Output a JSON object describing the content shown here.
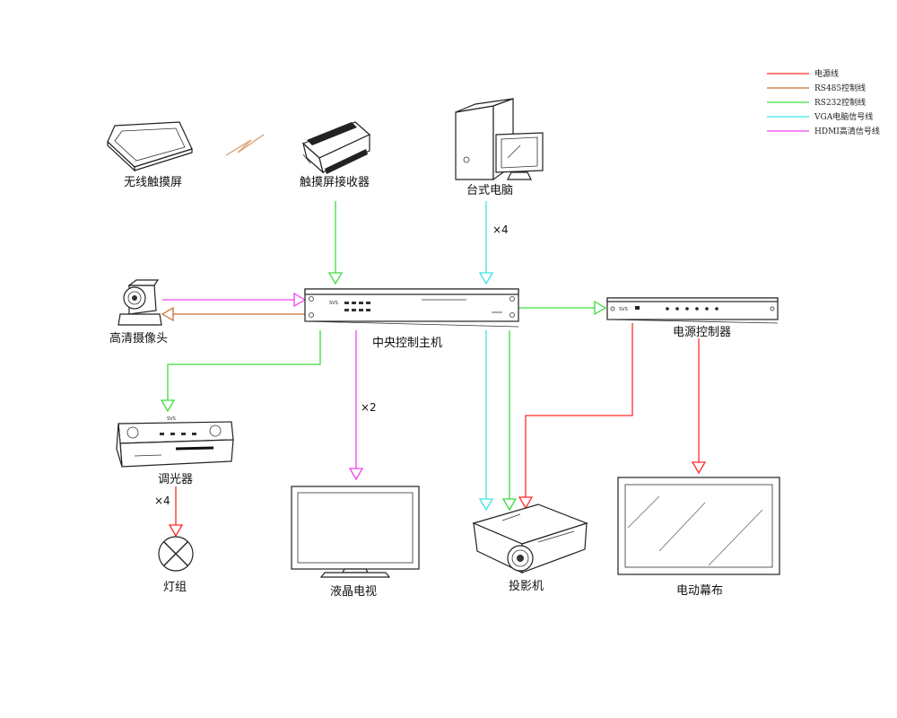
{
  "colors": {
    "power": "#ff2a2a",
    "rs485": "#c87033",
    "rs232": "#3ddc3d",
    "vga": "#3fe3e3",
    "hdmi": "#ee44ee"
  },
  "legend": [
    {
      "key": "power",
      "label": "电源线"
    },
    {
      "key": "rs485",
      "label": "RS485控制线"
    },
    {
      "key": "rs232",
      "label": "RS232控制线"
    },
    {
      "key": "vga",
      "label": "VGA电脑信号线"
    },
    {
      "key": "hdmi",
      "label": "HDMI高清信号线"
    }
  ],
  "devices": {
    "wireless_touch": "无线触摸屏",
    "touch_receiver": "触摸屏接收器",
    "desktop_pc": "台式电脑",
    "camera": "高清摄像头",
    "central_controller": "中央控制主机",
    "power_controller": "电源控制器",
    "dimmer": "调光器",
    "lights": "灯组",
    "lcd_tv": "液晶电视",
    "projector": "投影机",
    "screen": "电动幕布"
  },
  "multipliers": {
    "pc_to_controller": "×4",
    "controller_to_tv": "×2",
    "dimmer_to_lights": "×4"
  },
  "brand": "SVS"
}
